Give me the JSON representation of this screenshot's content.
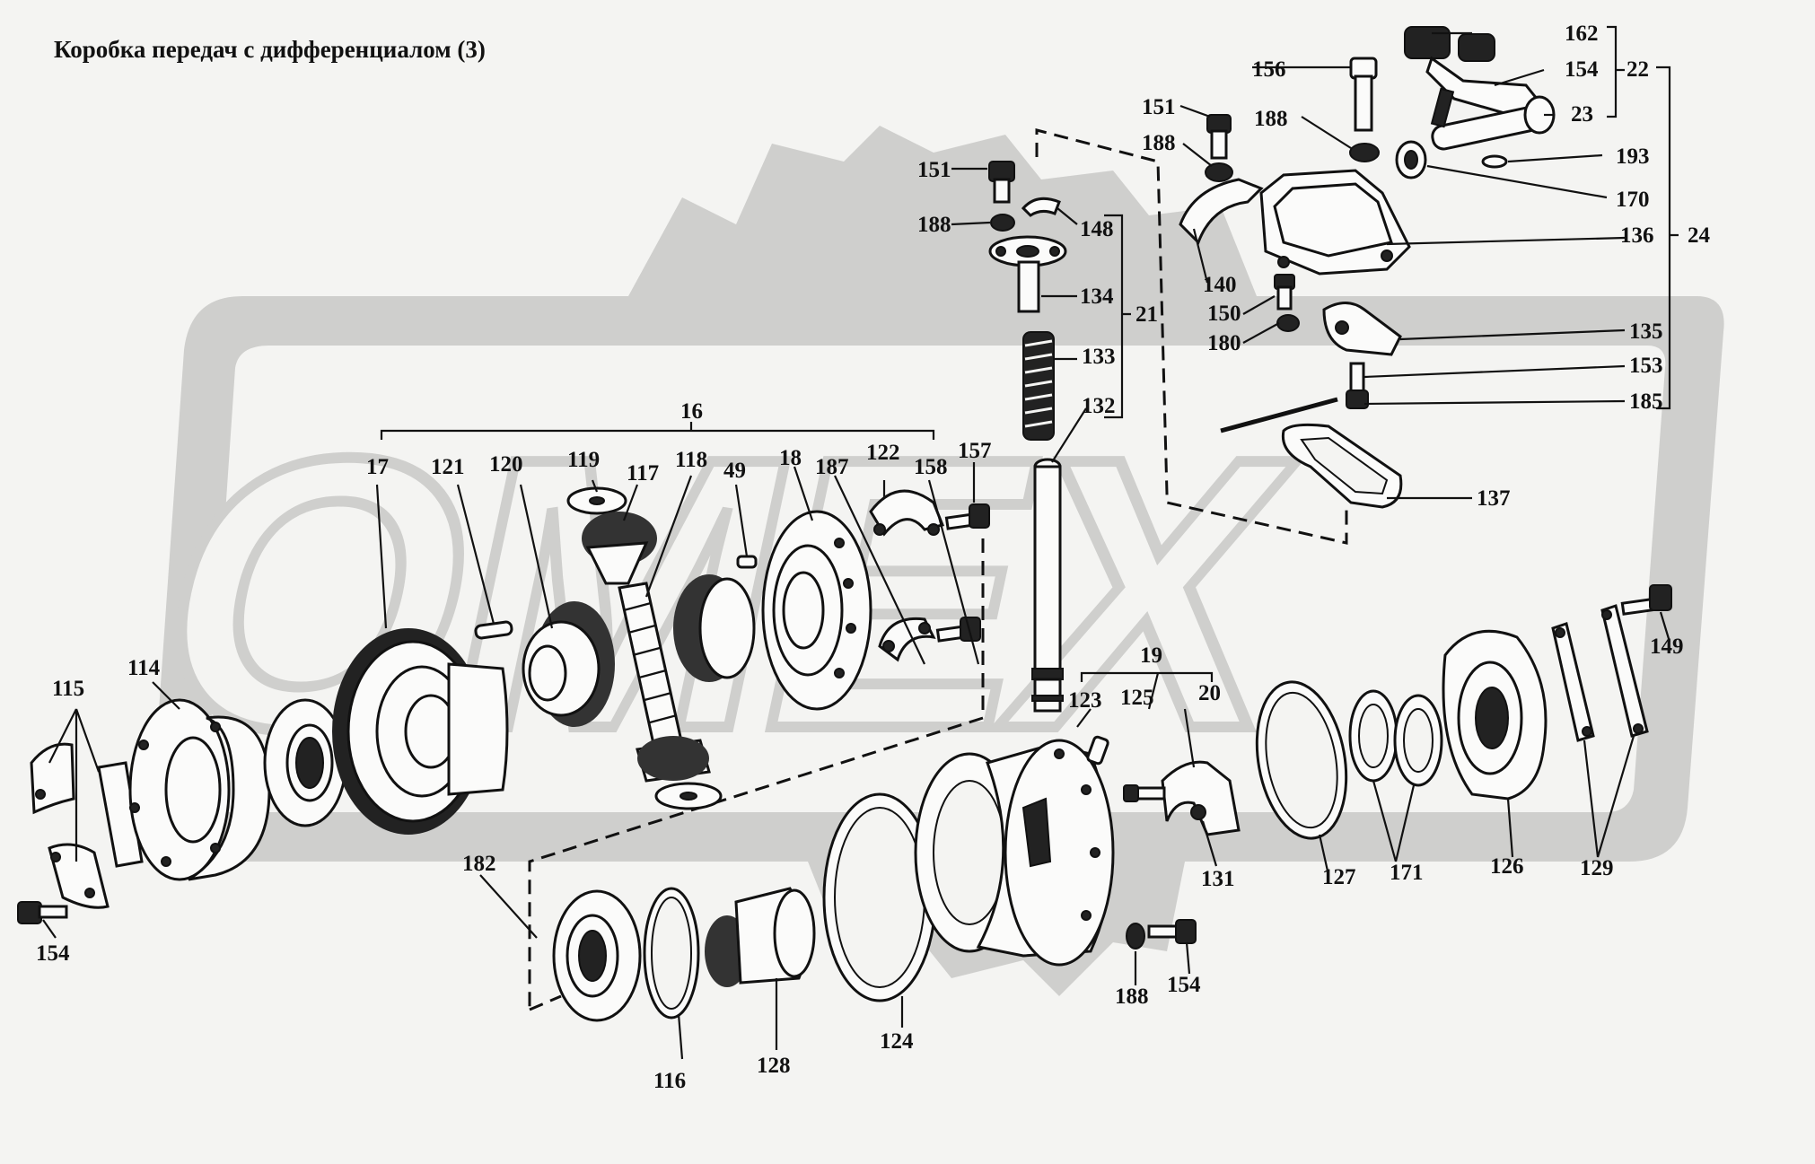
{
  "title": "Коробка передач с дифференциалом (3)",
  "watermark": "OMEX",
  "labels": {
    "l16": "16",
    "l17": "17",
    "l18": "18",
    "l19": "19",
    "l20": "20",
    "l21": "21",
    "l22": "22",
    "l23": "23",
    "l24": "24",
    "l49": "49",
    "l114": "114",
    "l115": "115",
    "l116": "116",
    "l117": "117",
    "l118": "118",
    "l119": "119",
    "l120": "120",
    "l121": "121",
    "l122": "122",
    "l123": "123",
    "l124": "124",
    "l125": "125",
    "l126": "126",
    "l127": "127",
    "l128": "128",
    "l129": "129",
    "l131": "131",
    "l132": "132",
    "l133": "133",
    "l134": "134",
    "l135": "135",
    "l136": "136",
    "l137": "137",
    "l140": "140",
    "l148": "148",
    "l149": "149",
    "l150": "150",
    "l151a": "151",
    "l151b": "151",
    "l153": "153",
    "l154a": "154",
    "l154b": "154",
    "l154c": "154",
    "l156": "156",
    "l157": "157",
    "l158": "158",
    "l162": "162",
    "l170": "170",
    "l171": "171",
    "l180": "180",
    "l182": "182",
    "l185": "185",
    "l187": "187",
    "l188a": "188",
    "l188b": "188",
    "l188c": "188",
    "l188d": "188",
    "l193": "193"
  }
}
